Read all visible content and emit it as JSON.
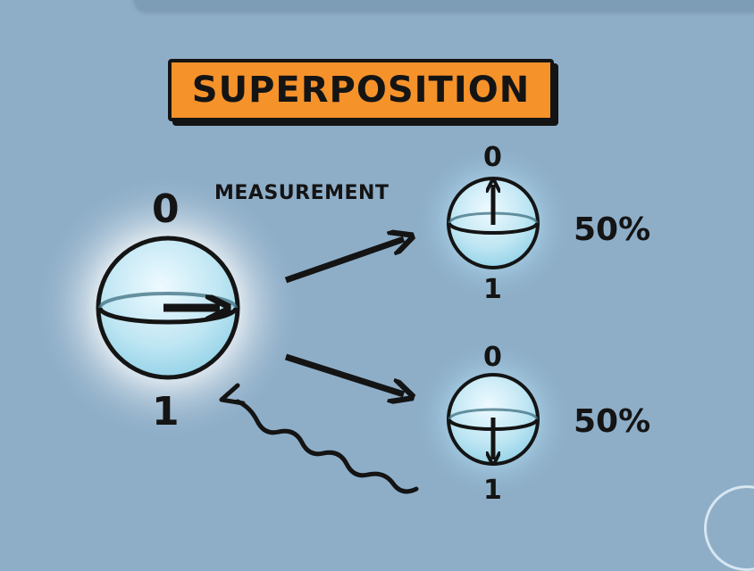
{
  "title": "SUPERPOSITION",
  "measurement_label": "MEASUREMENT",
  "main_sphere": {
    "top_label": "0",
    "bottom_label": "1"
  },
  "outcome_top": {
    "top_label": "0",
    "bottom_label": "1",
    "probability": "50%"
  },
  "outcome_bottom": {
    "top_label": "0",
    "bottom_label": "1",
    "probability": "50%"
  },
  "colors": {
    "background": "#8eaec8",
    "title_fill": "#f5922a",
    "ink": "#141414",
    "sphere_fill": "#bfe6f3"
  }
}
